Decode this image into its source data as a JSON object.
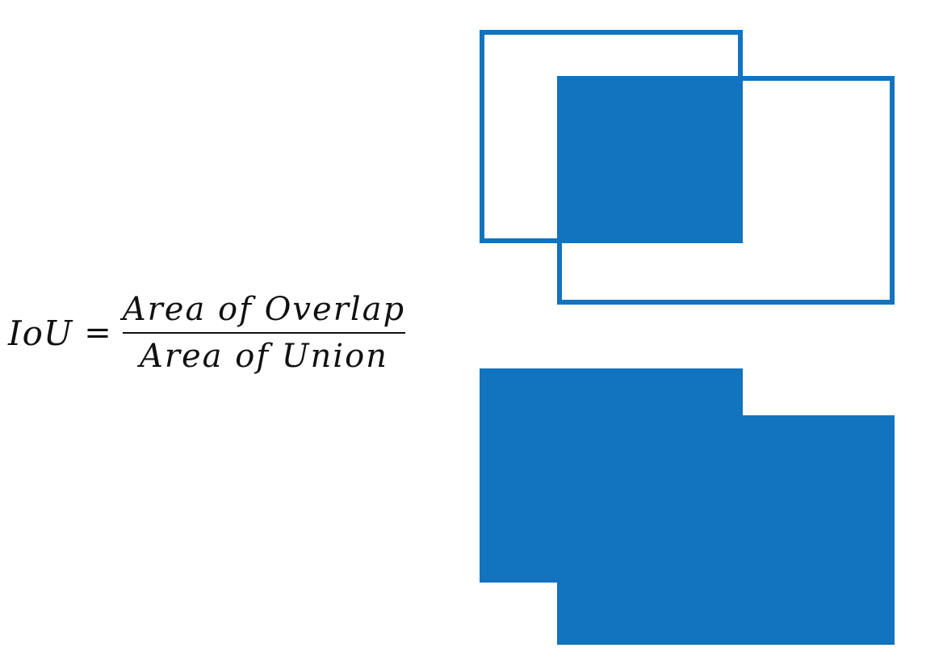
{
  "formula": {
    "lhs": "IoU",
    "equals": "=",
    "numerator": "Area of Overlap",
    "denominator": "Area of Union"
  },
  "colors": {
    "box": "#1273BF",
    "text": "#111111",
    "background": "#FFFFFF"
  }
}
